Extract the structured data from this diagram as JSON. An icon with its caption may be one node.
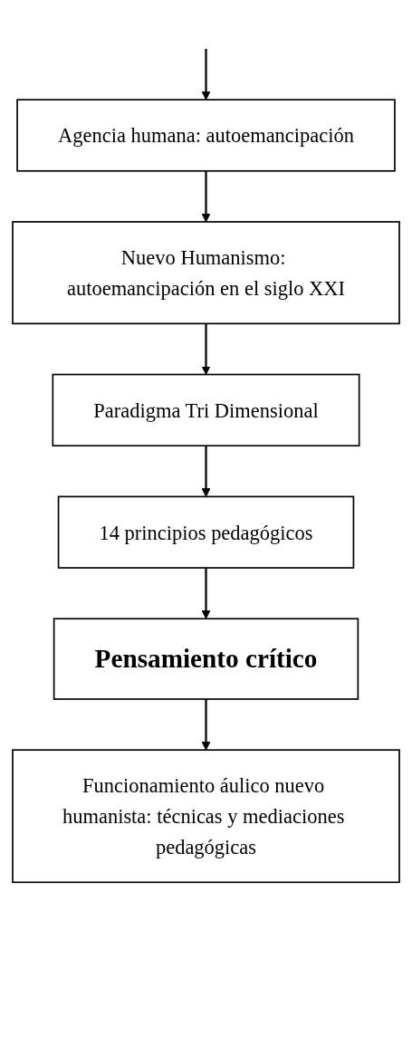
{
  "diagram": {
    "nodes": [
      {
        "text": [
          "Agencia humana: autoemancipación"
        ]
      },
      {
        "text": [
          "Nuevo Humanismo: autoemancipación en el siglo XXI"
        ]
      },
      {
        "text": [
          "Paradigma Tri Dimensional"
        ]
      },
      {
        "text": [
          "14 principios pedagógicos"
        ]
      },
      {
        "text": [
          "Pensamiento crítico"
        ]
      },
      {
        "text": [
          "Funcionamiento áulico nuevo humanista: técnicas y mediaciones pedagógicas"
        ]
      }
    ],
    "edges": [
      {
        "from": null,
        "to": 0,
        "arrow": "to"
      },
      {
        "from": 0,
        "to": 1,
        "arrow": "to"
      },
      {
        "from": 1,
        "to": 2,
        "arrow": "to"
      },
      {
        "from": 2,
        "to": 3,
        "arrow": "to"
      },
      {
        "from": 3,
        "to": 4,
        "arrow": "to"
      },
      {
        "from": 4,
        "to": 5,
        "arrow": "to"
      }
    ]
  }
}
